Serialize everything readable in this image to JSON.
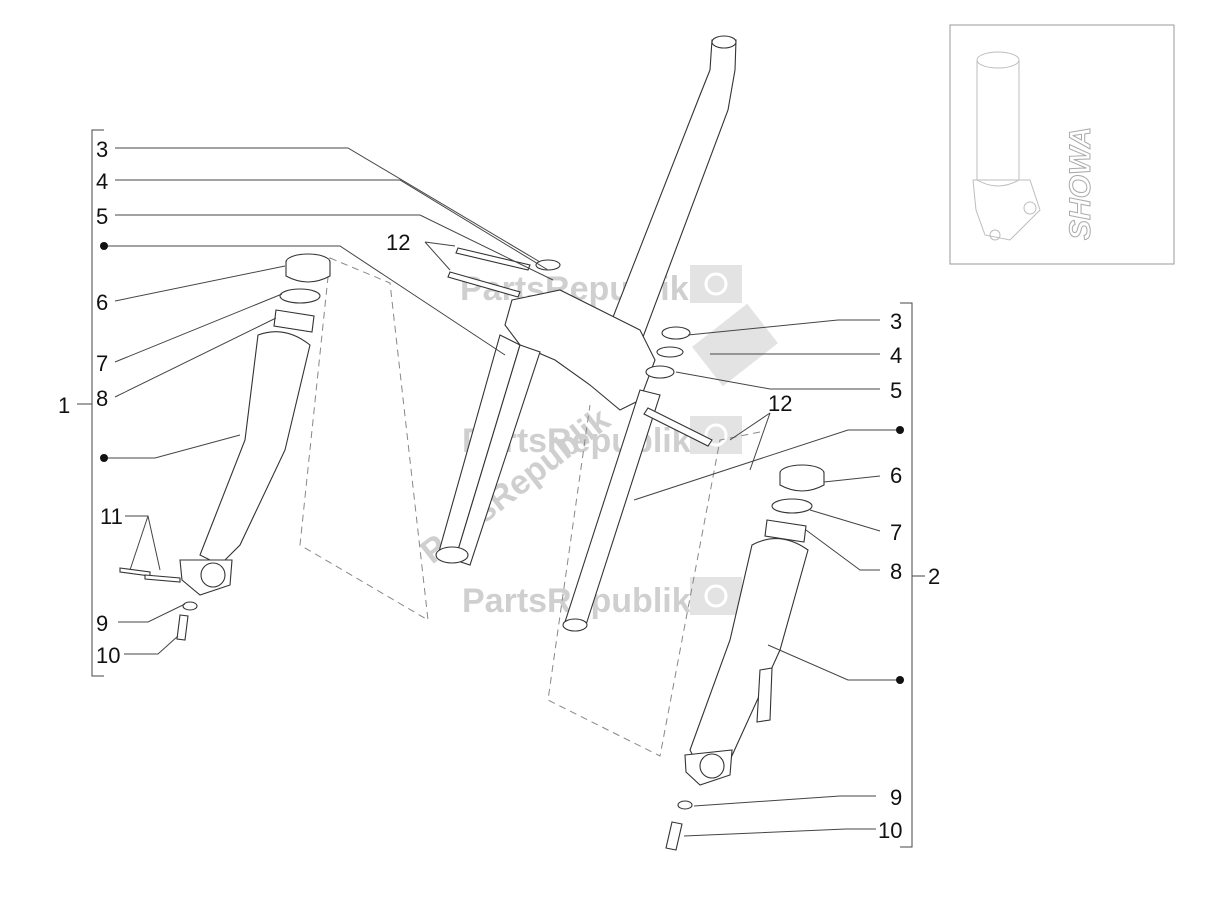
{
  "labels": {
    "l3": "3",
    "l4": "4",
    "l5": "5",
    "l12": "12",
    "l6": "6",
    "l7": "7",
    "l8": "8",
    "l1": "1",
    "l11": "11",
    "l9": "9",
    "l10": "10",
    "r3": "3",
    "r4": "4",
    "r5": "5",
    "r12": "12",
    "r6": "6",
    "r7": "7",
    "r8": "8",
    "r2": "2",
    "r9": "9",
    "r10": "10"
  },
  "watermarks": [
    "PartsRepublik",
    "PartsRepublik",
    "PartsRepublik",
    "PartsRepublik"
  ],
  "inset": {
    "brand": "SHOWA"
  },
  "colors": {
    "line": "#333333",
    "watermark": "#cfcfcf",
    "inset_line": "#bdbdbd"
  }
}
